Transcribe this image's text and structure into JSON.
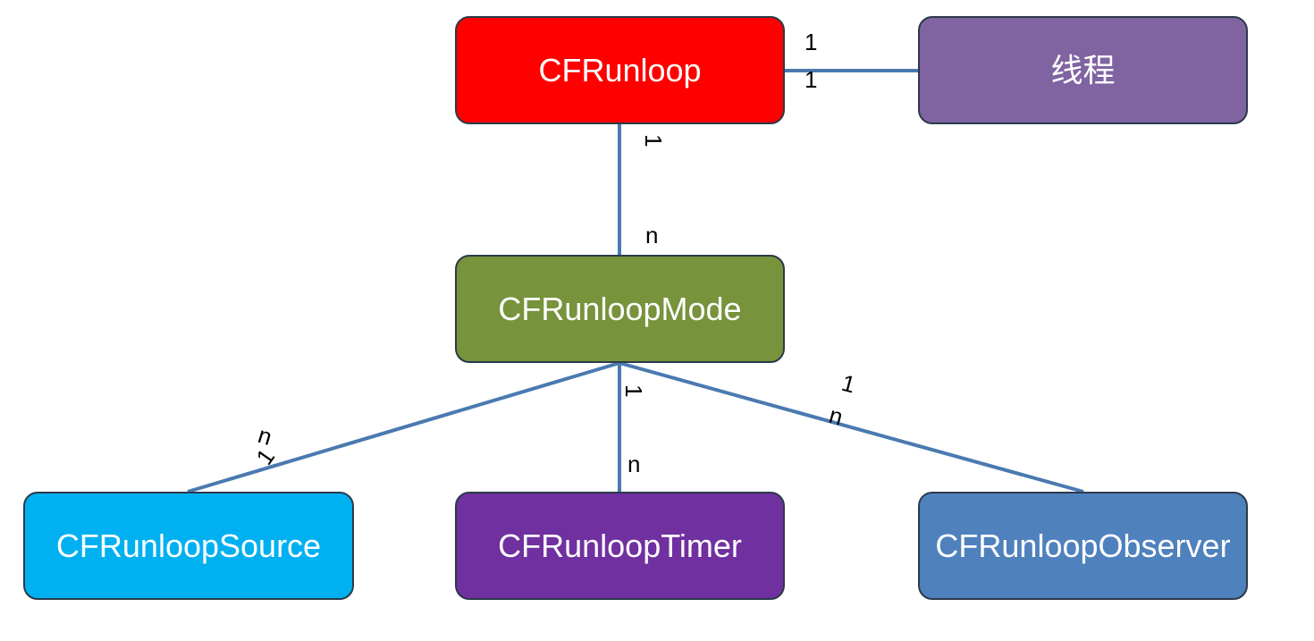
{
  "colors": {
    "connector": "#4a7ab0",
    "node_border": "#2b3a4a",
    "node_text": "#ffffff",
    "label_text": "#000000"
  },
  "nodes": {
    "runloop": {
      "label": "CFRunloop",
      "color": "#ff0000"
    },
    "thread": {
      "label": "线程",
      "color": "#8064a2"
    },
    "mode": {
      "label": "CFRunloopMode",
      "color": "#77933c"
    },
    "source": {
      "label": "CFRunloopSource",
      "color": "#00b0f0"
    },
    "timer": {
      "label": "CFRunloopTimer",
      "color": "#7030a0"
    },
    "observer": {
      "label": "CFRunloopObserver",
      "color": "#4f81bd"
    }
  },
  "edges": {
    "runloop_thread": {
      "from": "CFRunloop",
      "to": "线程",
      "label_a": "1",
      "label_b": "1"
    },
    "runloop_mode": {
      "from": "CFRunloop",
      "to": "CFRunloopMode",
      "label_a": "1",
      "label_b": "n"
    },
    "mode_source": {
      "from": "CFRunloopMode",
      "to": "CFRunloopSource",
      "label_a": "n",
      "label_b": "1"
    },
    "mode_timer": {
      "from": "CFRunloopMode",
      "to": "CFRunloopTimer",
      "label_a": "1",
      "label_b": "n"
    },
    "mode_observer": {
      "from": "CFRunloopMode",
      "to": "CFRunloopObserver",
      "label_a": "1",
      "label_b": "n"
    }
  }
}
